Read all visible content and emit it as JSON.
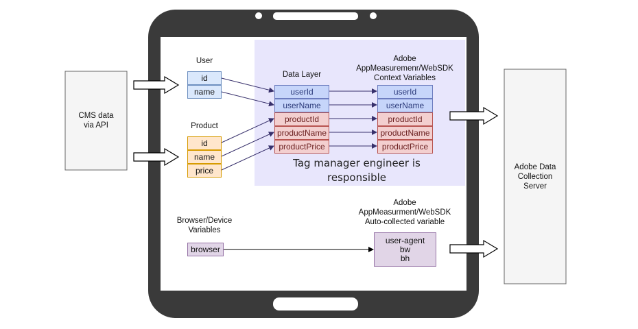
{
  "left_box": {
    "label_line1": "CMS data",
    "label_line2": "via API"
  },
  "right_box": {
    "label_line1": "Adobe Data",
    "label_line2": "Collection",
    "label_line3": "Server"
  },
  "user": {
    "title": "User",
    "fields": [
      "id",
      "name"
    ]
  },
  "product": {
    "title": "Product",
    "fields": [
      "id",
      "name",
      "price"
    ]
  },
  "data_layer": {
    "title": "Data Layer",
    "fields": [
      "userId",
      "userName",
      "productId",
      "productName",
      "productPrice"
    ]
  },
  "context_vars": {
    "title_line1": "Adobe",
    "title_line2": "AppMeasuremenr/WebSDK",
    "title_line3": "Context Variables",
    "fields": [
      "userId",
      "userName",
      "productId",
      "productName",
      "productPrice"
    ]
  },
  "tag_manager_note": {
    "line1": "Tag manager engineer is",
    "line2": "responsible"
  },
  "browser_vars": {
    "title_line1": "Browser/Device",
    "title_line2": "Variables",
    "field": "browser"
  },
  "auto_collected": {
    "title_line1": "Adobe",
    "title_line2": "AppMeasurment/WebSDK",
    "title_line3": "Auto-collected variable",
    "values": [
      "user-agent",
      "bw",
      "bh"
    ]
  },
  "colors": {
    "phone_body": "#3a3a3a",
    "screen": "#ffffff",
    "highlight": "#e8e6fc",
    "arrow": "#37306b"
  }
}
